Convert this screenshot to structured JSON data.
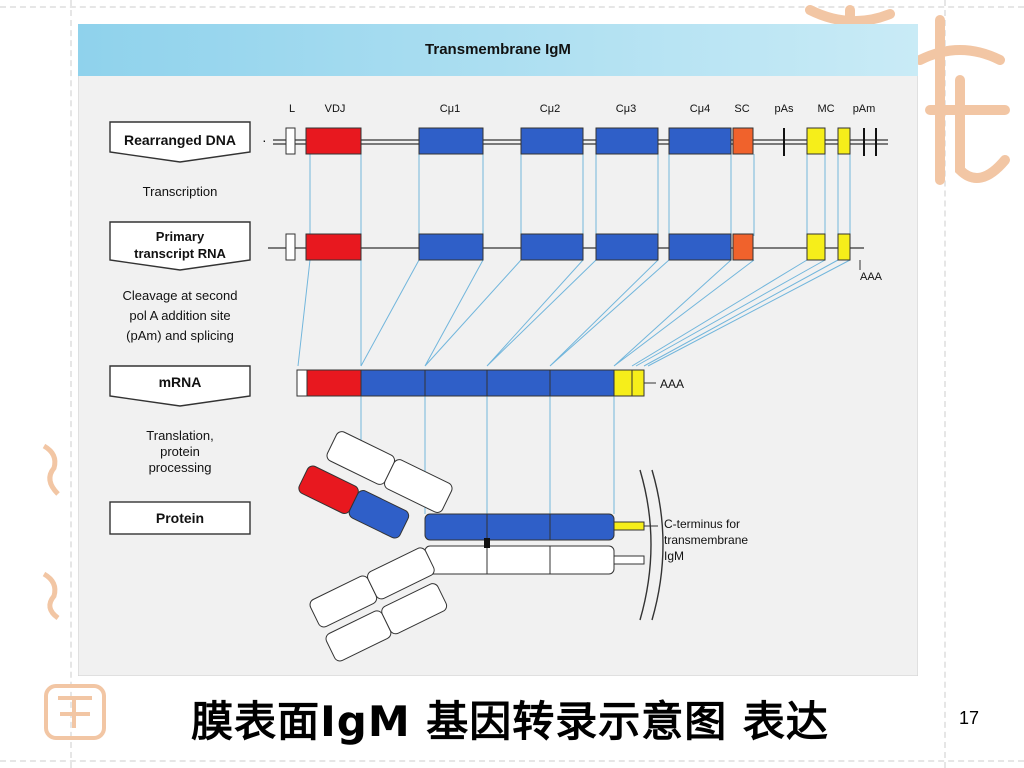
{
  "slide": {
    "title": "膜表面IgM 基因转录示意图 表达",
    "page_number": "17"
  },
  "figure": {
    "title": "Transmembrane IgM",
    "stages": [
      {
        "id": "dna",
        "label_lines": [
          "Rearranged DNA"
        ]
      },
      {
        "id": "primary",
        "label_lines": [
          "Primary",
          "transcript RNA"
        ]
      },
      {
        "id": "mrna",
        "label_lines": [
          "mRNA"
        ]
      },
      {
        "id": "protein",
        "label_lines": [
          "Protein"
        ]
      }
    ],
    "steps": [
      {
        "id": "transcription",
        "lines": [
          "Transcription"
        ]
      },
      {
        "id": "cleavage",
        "lines": [
          "Cleavage at second",
          "pol A addition site",
          "(pAm) and splicing"
        ]
      },
      {
        "id": "translation",
        "lines": [
          "Translation,",
          "protein",
          "processing"
        ]
      }
    ],
    "segment_labels": [
      "L",
      "VDJ",
      "Cμ1",
      "Cμ2",
      "Cμ3",
      "Cμ4",
      "SC",
      "pAs",
      "MC",
      "pAm"
    ],
    "polya_label": "AAA",
    "annotation_lines": [
      "C-terminus for",
      "transmembrane",
      "IgM"
    ],
    "colors": {
      "vdj": "#e8181f",
      "constant": "#2f5fc8",
      "secreted_c": "#f0622c",
      "membrane_c": "#f6ee1a",
      "header_band": "#a6dcef",
      "panel": "#f1f1f1"
    }
  }
}
